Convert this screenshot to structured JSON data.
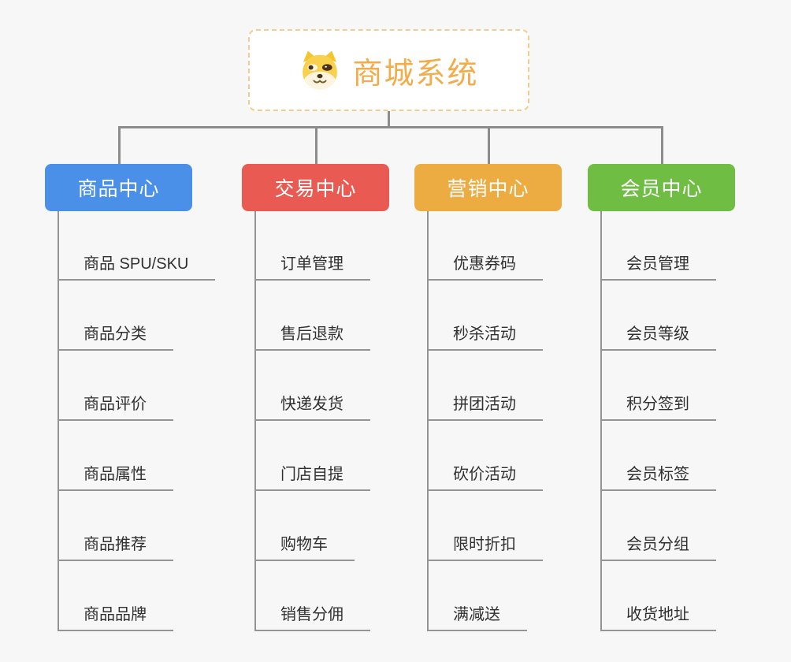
{
  "root": {
    "title": "商城系统",
    "icon": "dog-face-icon",
    "title_color": "#f2ac4a",
    "border_color": "#f2cd92"
  },
  "connector_color": "#8c8c8c",
  "branches": [
    {
      "label": "商品中心",
      "color": "#4a8fe8",
      "children": [
        "商品 SPU/SKU",
        "商品分类",
        "商品评价",
        "商品属性",
        "商品推荐",
        "商品品牌"
      ]
    },
    {
      "label": "交易中心",
      "color": "#e95b52",
      "children": [
        "订单管理",
        "售后退款",
        "快递发货",
        "门店自提",
        "购物车",
        "销售分佣"
      ]
    },
    {
      "label": "营销中心",
      "color": "#edac41",
      "children": [
        "优惠券码",
        "秒杀活动",
        "拼团活动",
        "砍价活动",
        "限时折扣",
        "满减送"
      ]
    },
    {
      "label": "会员中心",
      "color": "#6fbe43",
      "children": [
        "会员管理",
        "会员等级",
        "积分签到",
        "会员标签",
        "会员分组",
        "收货地址"
      ]
    }
  ]
}
